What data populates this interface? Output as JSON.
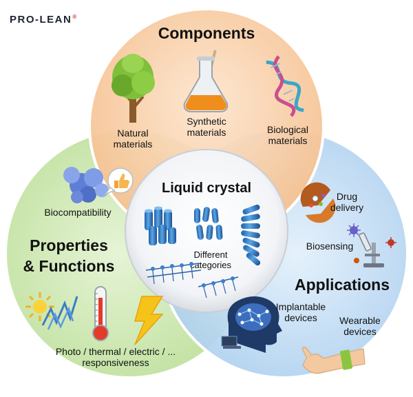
{
  "brand": {
    "name": "PRO-LEAN",
    "mark": "®"
  },
  "colors": {
    "components": "#f7c9a0",
    "properties": "#cde8b0",
    "applications": "#bcd9f2",
    "center": "#ffffff"
  },
  "components": {
    "title": "Components",
    "natural": [
      "Natural",
      "materials"
    ],
    "synthetic": [
      "Synthetic",
      "materials"
    ],
    "biological": [
      "Biological",
      "materials"
    ]
  },
  "properties": {
    "title": [
      "Properties",
      "& Functions"
    ],
    "biocompatibility": "Biocompatibility",
    "responsiveness": [
      "Photo / thermal / electric / ...",
      "responsiveness"
    ]
  },
  "applications": {
    "title": "Applications",
    "drug": [
      "Drug",
      "delivery"
    ],
    "biosensing": "Biosensing",
    "implantable": [
      "Implantable",
      "devices"
    ],
    "wearable": [
      "Wearable",
      "devices"
    ]
  },
  "center": {
    "title": "Liquid crystal",
    "categories": [
      "Different",
      "categories"
    ]
  },
  "icons": [
    "tree-icon",
    "flask-icon",
    "dna-icon",
    "cell-cluster-icon",
    "thumbs-up-icon",
    "sun-icon",
    "thermometer-icon",
    "lightning-icon",
    "capsule-icon",
    "microscope-icon",
    "virus-icon",
    "brain-head-icon",
    "arm-band-icon",
    "lc-column-icon",
    "lc-nematic-icon",
    "lc-bilayer-icon"
  ]
}
